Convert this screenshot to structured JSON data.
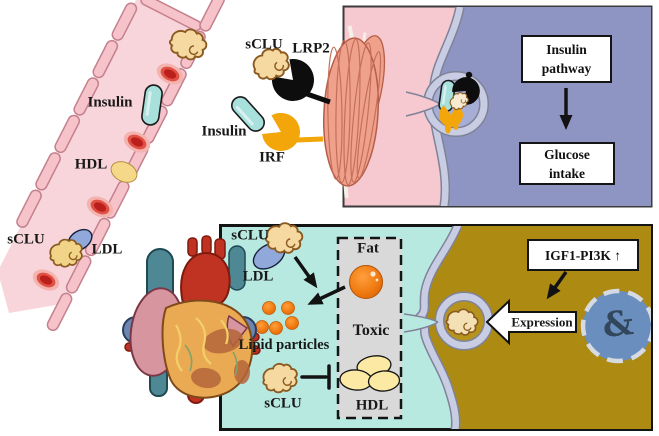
{
  "figure_type": "scientific pathway diagram: sCLU / insulin signalling in muscle and cardiomyocyte",
  "colors": {
    "panel_pink": "#f6c8d0",
    "cell_purple": "#8e95c3",
    "membrane_light": "#c9cde3",
    "panel_teal": "#b8e9e1",
    "cell_olive": "#ad8a12",
    "nucleus_blue": "#6a8fbe",
    "insulin_cyan": "#a8e0dc",
    "hdl_yellow": "#f5d88a",
    "ldl_blue": "#90a9da",
    "sclu_tan": "#f6d9a0",
    "lrp2_black": "#0d0d0d",
    "irf_orange": "#f2a60a",
    "fat_orange": "#ee7d15",
    "dashed_box_gray": "#d9d9d9"
  },
  "vessel": {
    "insulin_label": "Insulin",
    "hdl_label": "HDL",
    "sclu_label": "sCLU",
    "ldl_label": "LDL"
  },
  "binding_site": {
    "sclu_label": "sCLU",
    "lrp2_label": "LRP2",
    "insulin_label": "Insulin",
    "irf_label": "IRF"
  },
  "muscle_cell_panel": {
    "insulin_pathway_box": {
      "line1": "Insulin",
      "line2": "pathway"
    },
    "glucose_intake_box": {
      "line1": "Glucose",
      "line2": "intake"
    }
  },
  "cardio_panel": {
    "sclu_top_label": "sCLU",
    "ldl_label": "LDL",
    "lipid_particles_label": "Lipid particles",
    "sclu_mid_label": "sCLU",
    "fat_label": "Fat",
    "toxic_label": "Toxic",
    "hdl_label": "HDL",
    "igf1_box_label": "IGF1-PI3K ↑",
    "expression_label": "Expression",
    "nucleus_glyph": "&"
  }
}
